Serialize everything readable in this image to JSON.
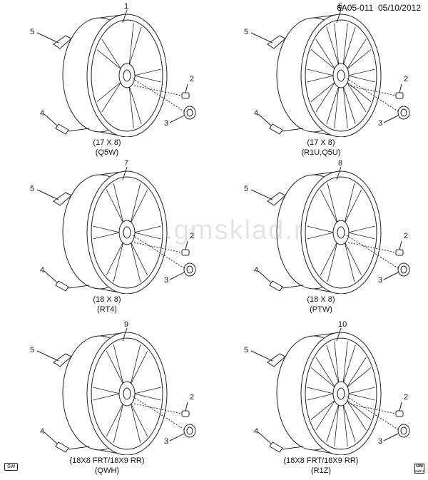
{
  "header": {
    "diagram_id": "6A05-011",
    "date": "05/10/2012"
  },
  "watermark": "www.gmsklad.ru",
  "corner_badge": "SW",
  "logo": {
    "line1": "GM",
    "line2": "PARTS"
  },
  "panels": [
    {
      "wheel_number": "1",
      "size": "(17 X 8)",
      "codes": "(Q5W)",
      "callouts": {
        "label": "5",
        "nut": "2",
        "cap": "3",
        "valve": "4"
      }
    },
    {
      "wheel_number": "6",
      "size": "(17 X 8)",
      "codes": "(R1U,Q5U)",
      "callouts": {
        "label": "5",
        "nut": "2",
        "cap": "3",
        "valve": "4"
      }
    },
    {
      "wheel_number": "7",
      "size": "(18 X 8)",
      "codes": "(RT4)",
      "callouts": {
        "label": "5",
        "nut": "2",
        "cap": "3",
        "valve": "4"
      }
    },
    {
      "wheel_number": "8",
      "size": "(18 X 8)",
      "codes": "(PTW)",
      "callouts": {
        "label": "5",
        "nut": "2",
        "cap": "3",
        "valve": "4"
      }
    },
    {
      "wheel_number": "9",
      "size": "(18X8 FRT/18X9 RR)",
      "codes": "(QWH)",
      "callouts": {
        "label": "5",
        "nut": "2",
        "cap": "3",
        "valve": "4"
      }
    },
    {
      "wheel_number": "10",
      "size": "(18X8 FRT/18X9 RR)",
      "codes": "(R1Z)",
      "callouts": {
        "label": "5",
        "nut": "2",
        "cap": "3",
        "valve": "4"
      }
    }
  ]
}
